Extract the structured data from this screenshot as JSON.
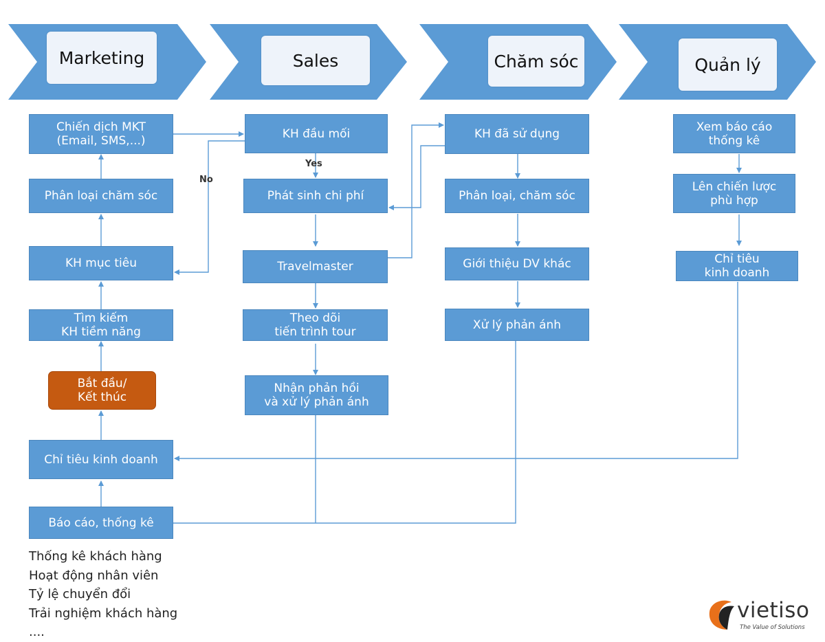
{
  "stages": [
    {
      "id": "marketing",
      "label": "Marketing"
    },
    {
      "id": "sales",
      "label": "Sales"
    },
    {
      "id": "care",
      "label": "Chăm sóc"
    },
    {
      "id": "management",
      "label": "Quản lý"
    }
  ],
  "marketing": {
    "campaign": "Chiến dịch MKT\n(Email, SMS,...)",
    "classify": "Phân loại chăm sóc",
    "target": "KH mục tiêu",
    "search": "Tìm kiếm\nKH tiềm năng",
    "start_end": "Bắt đầu/\nKết thúc",
    "kpi": "Chỉ tiêu kinh doanh",
    "report": "Báo cáo, thống kê"
  },
  "sales": {
    "lead": "KH đầu mối",
    "cost": "Phát sinh chi phí",
    "travelmaster": "Travelmaster",
    "track": "Theo dõi\ntiến trình tour",
    "feedback": "Nhận phản hồi\nvà xử lý phản ánh"
  },
  "care": {
    "used": "KH đã sử dụng",
    "classify": "Phân loại, chăm sóc",
    "intro": "Giới thiệu DV khác",
    "handle": "Xử lý phản ánh"
  },
  "management": {
    "view_report": "Xem báo cáo\nthống kê",
    "strategy": "Lên chiến lược\nphù hợp",
    "kpi": "Chỉ tiêu\nkinh doanh"
  },
  "edge_labels": {
    "yes": "Yes",
    "no": "No"
  },
  "metrics": [
    "Thống kê khách hàng",
    "Hoạt động nhân viên",
    "Tỷ lệ chuyển đổi",
    "Trải nghiệm khách hàng",
    "...."
  ],
  "logo": {
    "name": "vietiso",
    "tagline": "The Value of Solutions"
  },
  "colors": {
    "chevron": "#5b9bd5",
    "box": "#5b9bd5",
    "start": "#c55a11",
    "line": "#5b9bd5",
    "logo": "#e8701a"
  }
}
